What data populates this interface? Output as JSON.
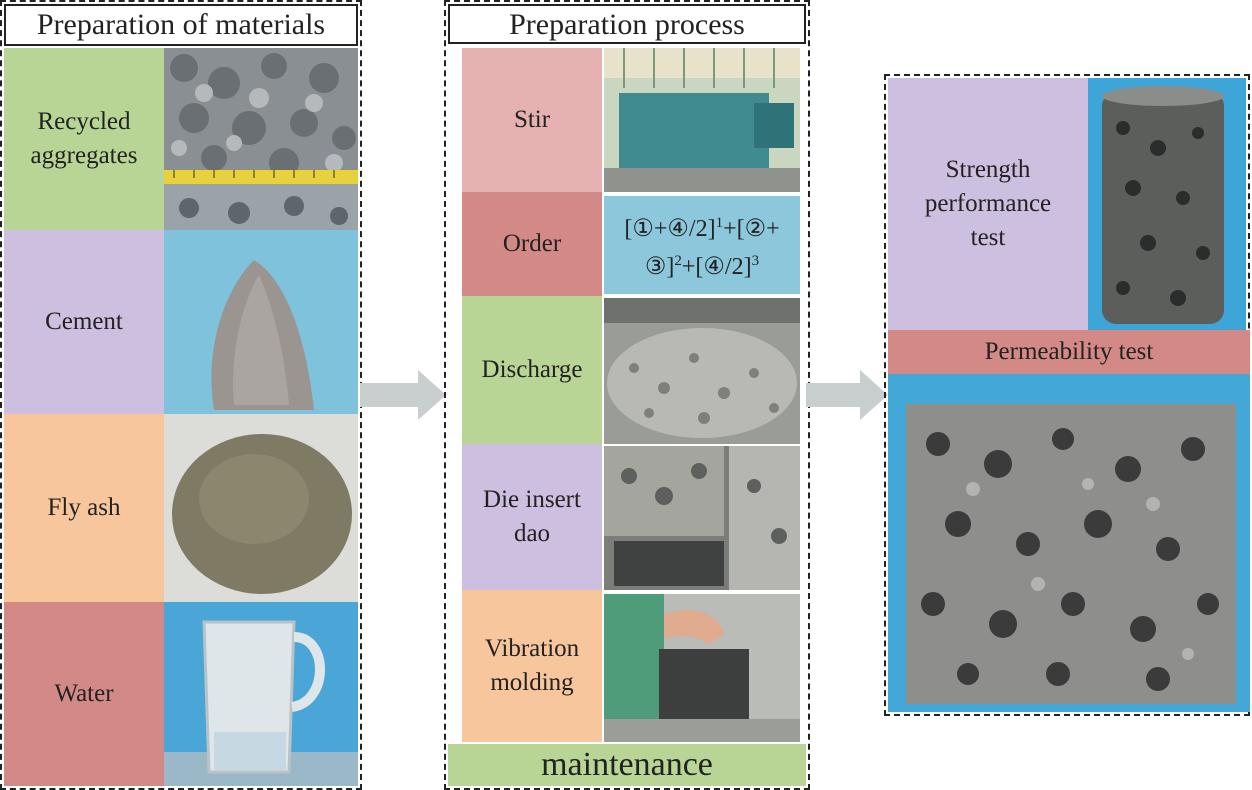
{
  "materials": {
    "title": "Preparation of materials",
    "items": [
      {
        "label": "Recycled aggregates",
        "color": "#b9d596"
      },
      {
        "label": "Cement",
        "color": "#cdbfdf"
      },
      {
        "label": "Fly ash",
        "color": "#f8c69c"
      },
      {
        "label": "Water",
        "color": "#d38a87"
      }
    ]
  },
  "process": {
    "title": "Preparation process",
    "steps": [
      {
        "label": "Stir",
        "color": "#e5b2b1"
      },
      {
        "label": "Order",
        "color": "#d38a87"
      },
      {
        "label": "Discharge",
        "color": "#b9d596"
      },
      {
        "label": "Die insert dao",
        "color": "#cdbfdf"
      },
      {
        "label": "Vibration molding",
        "color": "#f8c69c"
      }
    ],
    "order_formula_line1": "[①+④/2]",
    "order_formula_sup1": "1",
    "order_formula_plus": "+[②+",
    "order_formula_line2": "③]",
    "order_formula_sup2": "2",
    "order_formula_line2b": "+[④/2]",
    "order_formula_sup3": "3",
    "formula_bg": "#8dc7dc",
    "maintenance": "maintenance",
    "maintenance_color": "#b9d596"
  },
  "tests": {
    "strength_label": "Strength performance test",
    "strength_color": "#cdbfdf",
    "permeability_label": "Permeability test",
    "permeability_color": "#d38a87"
  },
  "arrow_color": "#c9cfcf"
}
